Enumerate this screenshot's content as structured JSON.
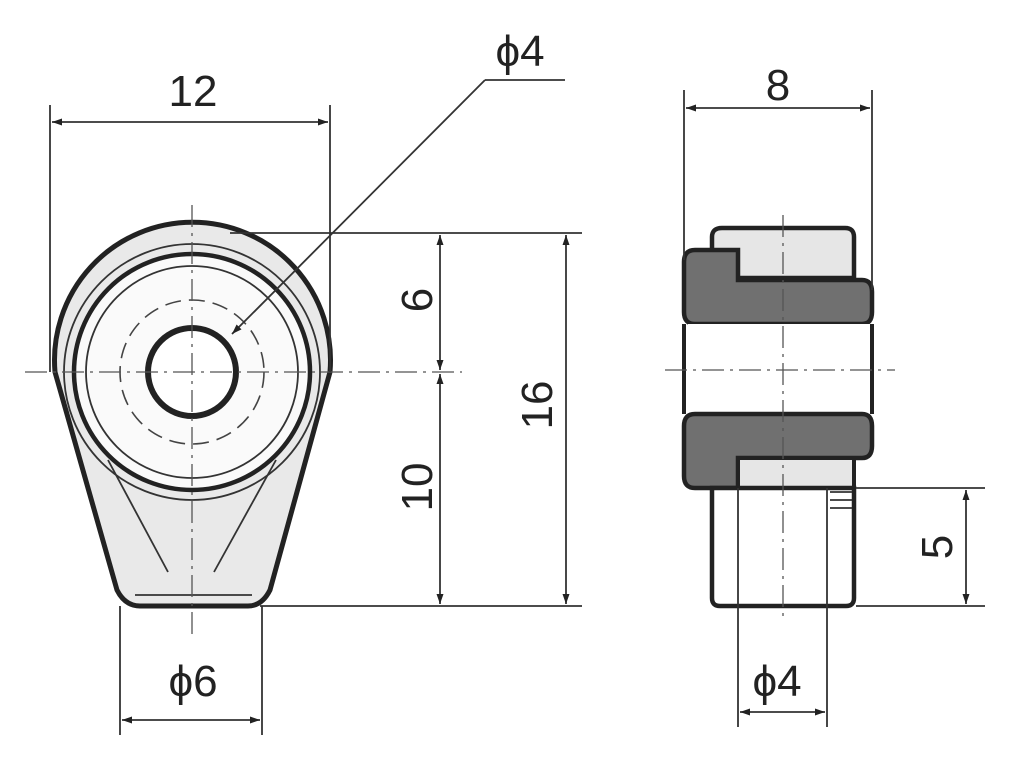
{
  "front_view": {
    "width_label": "12",
    "hole_label": "ϕ4",
    "upper_height_label": "6",
    "lower_height_label": "10",
    "total_height_label": "16",
    "base_label": "ϕ6"
  },
  "side_view": {
    "width_label": "8",
    "shaft_height_label": "5",
    "shaft_diameter_label": "ϕ4"
  },
  "colors": {
    "line": "#222222",
    "light_fill": "#e8e8e8",
    "dark_fill": "#6e6e6e"
  }
}
